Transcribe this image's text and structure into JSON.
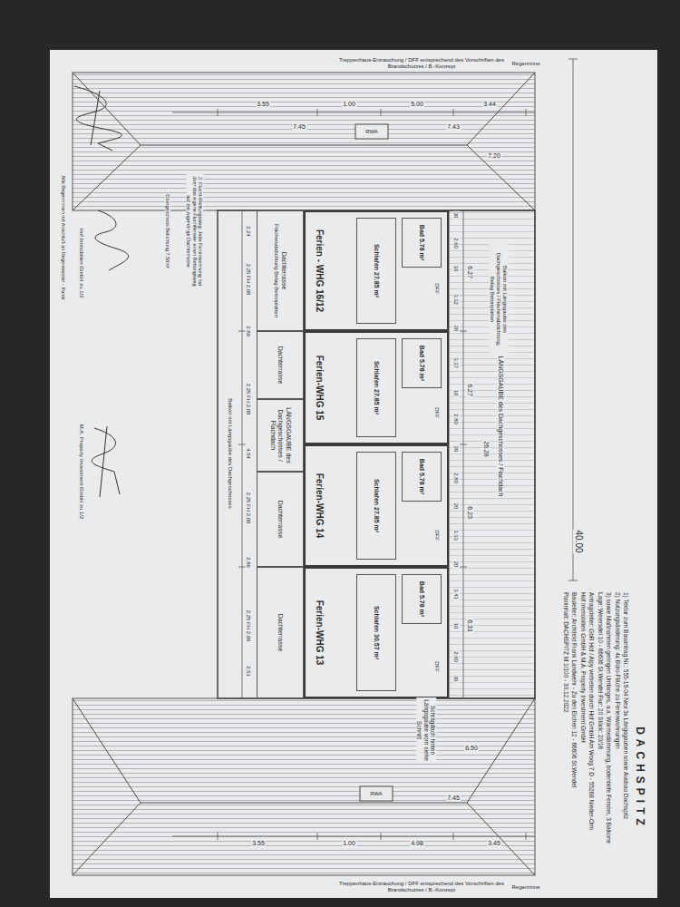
{
  "diagram": {
    "title": "DACHSPITZ",
    "nodes": [
      {
        "text": [
          "Ferien - WHG 16/12"
        ]
      },
      {
        "text": [
          "Bad 5.78 m²"
        ],
        "in": 0
      },
      {
        "text": [
          "Schlafen 27.85 m²"
        ],
        "in": 0
      },
      {
        "text": [
          "Ferien-WHG 15"
        ]
      },
      {
        "text": [
          "Bad 5.78 m²"
        ],
        "in": 3
      },
      {
        "text": [
          "Schlafen 27.85 m²"
        ],
        "in": 3
      },
      {
        "text": [
          "Ferien-WHG 14"
        ]
      },
      {
        "text": [
          "Bad 5.78 m²"
        ],
        "in": 6
      },
      {
        "text": [
          "Schlafen 27.85 m²"
        ],
        "in": 6
      },
      {
        "text": [
          "Ferien-WHG 13"
        ]
      },
      {
        "text": [
          "Bad 5.78 m²"
        ],
        "in": 9
      },
      {
        "text": [
          "Schlafen 30.57 m²"
        ],
        "in": 9
      },
      {
        "text": [
          "Dachterrasse",
          "Flächenabdichtung Belag Betonplatten"
        ]
      },
      {
        "text": [
          "Dachterrasse"
        ]
      },
      {
        "text": [
          "LÄNGSGAUBE des Dachgeschosses / Flachdach"
        ]
      },
      {
        "text": [
          "Dachterrasse"
        ]
      },
      {
        "text": [
          "Dachterrasse"
        ]
      }
    ],
    "labels": [
      "40.00",
      "Treppenhaus-Entrauchung / DFF entsprechend des Vorschriften des Brandschutzes / B.-Konzept",
      "Regenrinne",
      "3.55",
      "1.00",
      "5.00",
      "3.44",
      "7.45",
      "RWA",
      "7.43",
      "7.20",
      "Treppenhaus-Entrauchung / DFF entsprechend des Vorschriften des Brandschutzes / B.-Konzept",
      "Regenrinne",
      "3.55",
      "1.00",
      "4.98",
      "3.45",
      "7.45",
      "RWA",
      "6.50",
      "30",
      "2.60",
      "10",
      "3.32",
      "20",
      "3.37",
      "10",
      "2.80",
      "20",
      "2.80",
      "20",
      "3.33",
      "20",
      "3.41",
      "10",
      "2.60",
      "30",
      "6.27",
      "6.27",
      "6.23",
      "6.31",
      "26.28",
      "LÄNGSGAUBE des Dachgeschosses / Flachdach",
      "Balkon mit Längsgaube des Dachgeschosses / Flächenabdichtung, Belag Betonplatten",
      "2.24",
      "2.25 FH 2.08",
      "2.89",
      "2.25 FH 2.08",
      "4.54",
      "2.25 FH 2.08",
      "2.86",
      "2.25 FH 2.08",
      "2.51",
      "Balkon mit Längsgaube des Dachgeschosses",
      "2. Flucht-/Rettungsweg: Jede Ferienwohnung hat über das eigene Fluchtfenster einen Rettungsweg auf die zugehörige Dachterrasse",
      "Obergeschoss Belichtung 7.50m²",
      "Alle Regenrinnen mit Anschluß an Regenwasser - Kanal",
      "Hof Immobilien GmbH zu 1/2",
      "M.A. Property Investment GmbH zu 1/2",
      "1) Tektur zum Bauantrag Nr.: 555-19-04 Neu 3x Längsgauben sowie Ausbau Dachspitz",
      "2) Nutzungsänderung: 4x Büro-Fläche zu Ferienwohnungen",
      "3) sowie Maßnahmen geringen Umfanges, u.a. Wärmedämmung, bodentiefe Fenster, 3 Balkone",
      "Lage: Weiersdel 10 - 66606 St.Wendel Flur: 20 Stück: 20/16",
      "Antragsteller: GbR Hof / Alpy vertreten durch Hof GmbH Am Woog 7 D - 55268 Nieder-Olm",
      "Hof Immobilien GmbH & M.A. Property Investment GmbH",
      "Bauleiter: Architekt Frank Landwehr - Zu den Eichen 12 - 66606 St.Wendel",
      "Planinhalt: DACHSPITZ M 1/100 - 30.12.2022",
      "Schrägdach hinten Längsgaube vorn siehe Schnitt",
      "DFF",
      "DFF",
      "DFF",
      "DFF"
    ]
  }
}
